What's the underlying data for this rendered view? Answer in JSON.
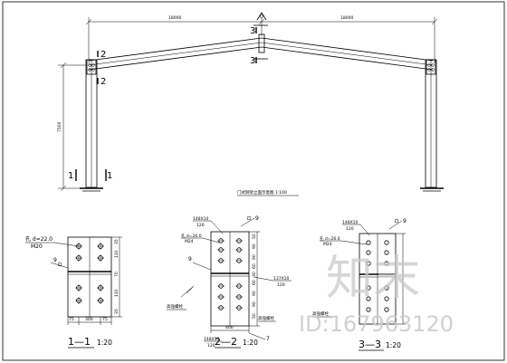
{
  "frame": {
    "span_left": "18000",
    "span_right": "18000",
    "height": "7500",
    "caption": "门式刚架立面示意图 1:100",
    "section_marks": {
      "s1": "1",
      "s2": "2",
      "s3": "3"
    }
  },
  "details": {
    "d1": {
      "title": "1—1",
      "scale": "1:20",
      "hole": "孔 d=22.0",
      "bolt": "M20",
      "weld": "9",
      "dims_bottom": [
        "75",
        "300",
        "75"
      ],
      "dims_right": [
        "35",
        "110",
        "70",
        "110",
        "35"
      ]
    },
    "d2": {
      "title": "2—2",
      "scale": "1:20",
      "plate_top": "148X10",
      "plate_top_sub": "120",
      "plate_bottom": "148X10",
      "plate_bottom_sub": "120",
      "plate_right": "137X10",
      "plate_right_sub": "120",
      "hole": "孔 d=26.0",
      "bolt": "M24",
      "weld_a": "9",
      "weld_b": "9",
      "weld_c": "7",
      "dim_bottom": "400",
      "dims_right": [
        "50",
        "90",
        "90",
        "60",
        "30",
        "60",
        "90",
        "90",
        "50"
      ],
      "note_left": "高强螺栓",
      "note_right": "高强螺栓"
    },
    "d3": {
      "title": "3—3",
      "scale": "1:20",
      "plate_top": "148X10",
      "plate_top_sub": "120",
      "hole": "孔 d=26.0",
      "bolt": "M24",
      "weld": "9",
      "note_left": "高强螺栓"
    }
  },
  "watermark": {
    "logo_text": "知末",
    "id_text": "ID:167963120"
  }
}
